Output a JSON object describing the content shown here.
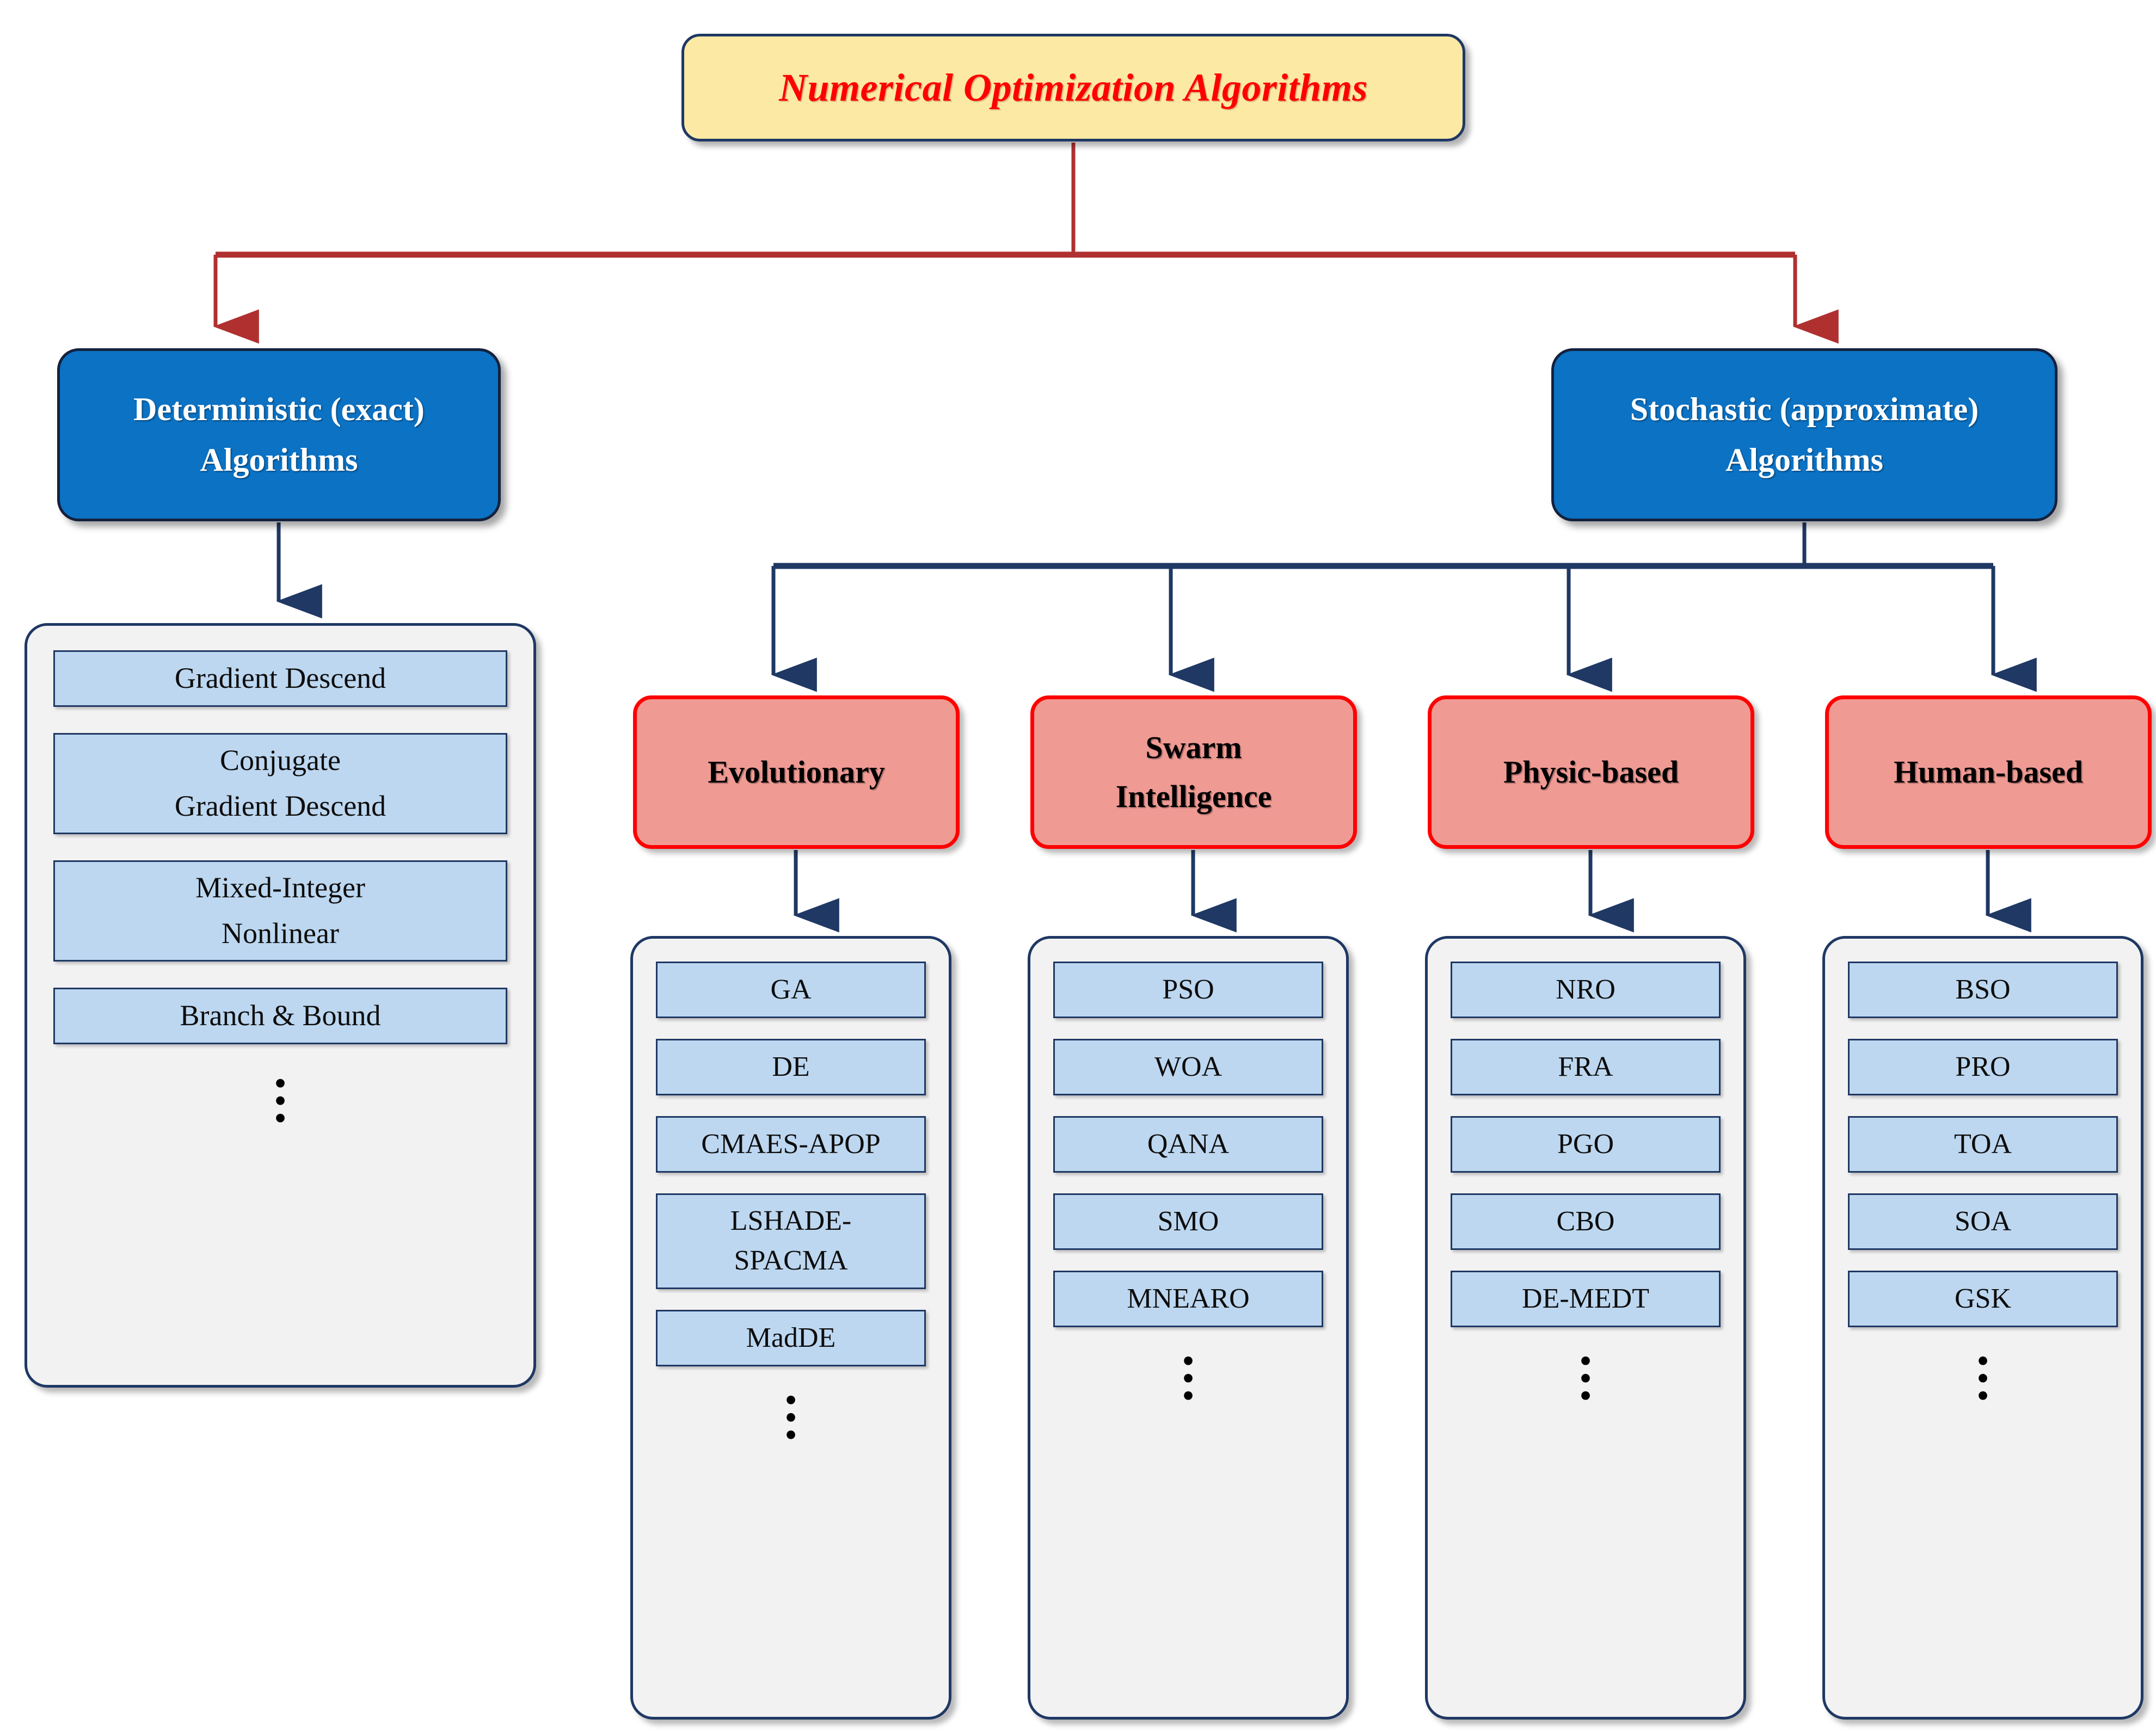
{
  "title": {
    "label": "Numerical Optimization Algorithms",
    "fill": "#FCE9A4",
    "border": "#1F3864",
    "text_color": "#FF0000"
  },
  "branches": [
    {
      "id": "deterministic",
      "line1": "Deterministic (exact)",
      "line2": "Algorithms",
      "fill": "#0B72C4",
      "text_color": "#FFFFFF"
    },
    {
      "id": "stochastic",
      "line1": "Stochastic (approximate)",
      "line2": "Algorithms",
      "fill": "#0B72C4",
      "text_color": "#FFFFFF"
    }
  ],
  "deterministic_list": {
    "ellipsis": "⋮",
    "items": [
      {
        "line1": "Gradient Descend",
        "line2": ""
      },
      {
        "line1": "Conjugate",
        "line2": "Gradient Descend"
      },
      {
        "line1": "Mixed-Integer",
        "line2": "Nonlinear"
      },
      {
        "line1": "Branch & Bound",
        "line2": ""
      }
    ]
  },
  "categories": [
    {
      "id": "evolutionary",
      "line1": "Evolutionary",
      "line2": "",
      "fill": "#F09A94",
      "border": "#FF0000",
      "items": [
        {
          "line1": "GA",
          "line2": ""
        },
        {
          "line1": "DE",
          "line2": ""
        },
        {
          "line1": "CMAES-APOP",
          "line2": ""
        },
        {
          "line1": "LSHADE-",
          "line2": "SPACMA"
        },
        {
          "line1": "MadDE",
          "line2": ""
        }
      ],
      "ellipsis": "⋮"
    },
    {
      "id": "swarm",
      "line1": "Swarm",
      "line2": "Intelligence",
      "fill": "#F09A94",
      "border": "#FF0000",
      "items": [
        {
          "line1": "PSO",
          "line2": ""
        },
        {
          "line1": "WOA",
          "line2": ""
        },
        {
          "line1": "QANA",
          "line2": ""
        },
        {
          "line1": "SMO",
          "line2": ""
        },
        {
          "line1": "MNEARO",
          "line2": ""
        }
      ],
      "ellipsis": "⋮"
    },
    {
      "id": "physic",
      "line1": "Physic-based",
      "line2": "",
      "fill": "#F09A94",
      "border": "#FF0000",
      "items": [
        {
          "line1": "NRO",
          "line2": ""
        },
        {
          "line1": "FRA",
          "line2": ""
        },
        {
          "line1": "PGO",
          "line2": ""
        },
        {
          "line1": "CBO",
          "line2": ""
        },
        {
          "line1": "DE-MEDT",
          "line2": ""
        }
      ],
      "ellipsis": "⋮"
    },
    {
      "id": "human",
      "line1": "Human-based",
      "line2": "",
      "fill": "#F09A94",
      "border": "#FF0000",
      "items": [
        {
          "line1": "BSO",
          "line2": ""
        },
        {
          "line1": "PRO",
          "line2": ""
        },
        {
          "line1": "TOA",
          "line2": ""
        },
        {
          "line1": "SOA",
          "line2": ""
        },
        {
          "line1": "GSK",
          "line2": ""
        }
      ],
      "ellipsis": "⋮"
    }
  ],
  "edges": {
    "root_color": "#B03030",
    "branch_color": "#1F3864",
    "leaf_color": "#1F3864"
  }
}
